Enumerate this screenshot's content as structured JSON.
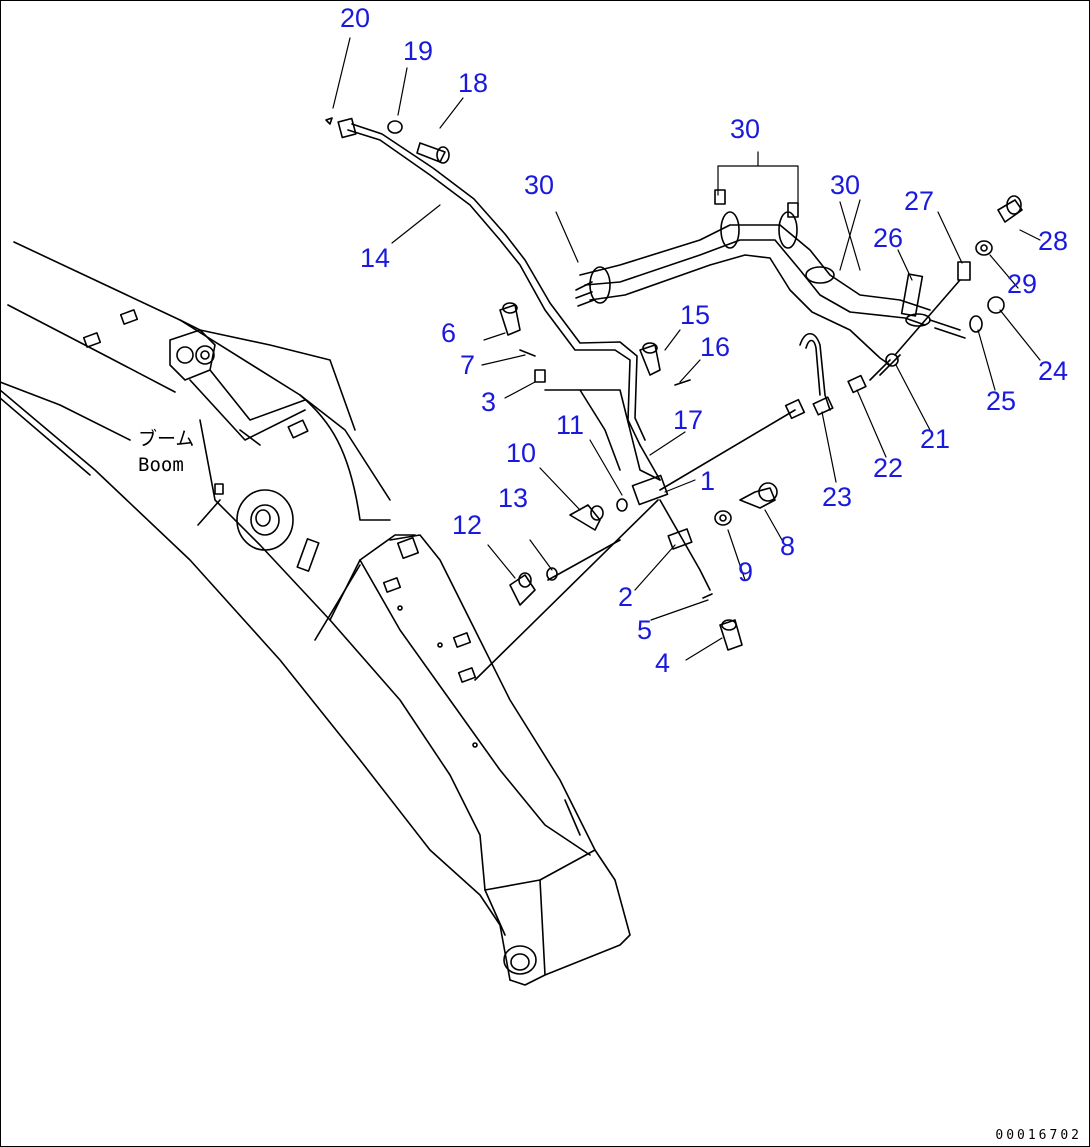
{
  "diagram": {
    "boom_label_jp": "ブーム",
    "boom_label_en": "Boom",
    "drawing_number": "00016702",
    "callouts": [
      {
        "id": "c1",
        "label": "1"
      },
      {
        "id": "c2",
        "label": "2"
      },
      {
        "id": "c3",
        "label": "3"
      },
      {
        "id": "c4",
        "label": "4"
      },
      {
        "id": "c5",
        "label": "5"
      },
      {
        "id": "c6",
        "label": "6"
      },
      {
        "id": "c7",
        "label": "7"
      },
      {
        "id": "c8",
        "label": "8"
      },
      {
        "id": "c9",
        "label": "9"
      },
      {
        "id": "c10",
        "label": "10"
      },
      {
        "id": "c11",
        "label": "11"
      },
      {
        "id": "c12",
        "label": "12"
      },
      {
        "id": "c13",
        "label": "13"
      },
      {
        "id": "c14",
        "label": "14"
      },
      {
        "id": "c15",
        "label": "15"
      },
      {
        "id": "c16",
        "label": "16"
      },
      {
        "id": "c17",
        "label": "17"
      },
      {
        "id": "c18",
        "label": "18"
      },
      {
        "id": "c19",
        "label": "19"
      },
      {
        "id": "c20",
        "label": "20"
      },
      {
        "id": "c21",
        "label": "21"
      },
      {
        "id": "c22",
        "label": "22"
      },
      {
        "id": "c23",
        "label": "23"
      },
      {
        "id": "c24",
        "label": "24"
      },
      {
        "id": "c25",
        "label": "25"
      },
      {
        "id": "c26",
        "label": "26"
      },
      {
        "id": "c27",
        "label": "27"
      },
      {
        "id": "c28",
        "label": "28"
      },
      {
        "id": "c29",
        "label": "29"
      },
      {
        "id": "c30a",
        "label": "30"
      },
      {
        "id": "c30b",
        "label": "30"
      },
      {
        "id": "c30c",
        "label": "30"
      }
    ]
  },
  "colors": {
    "callout": "#1a1adc",
    "line": "#000000",
    "background": "#ffffff"
  }
}
